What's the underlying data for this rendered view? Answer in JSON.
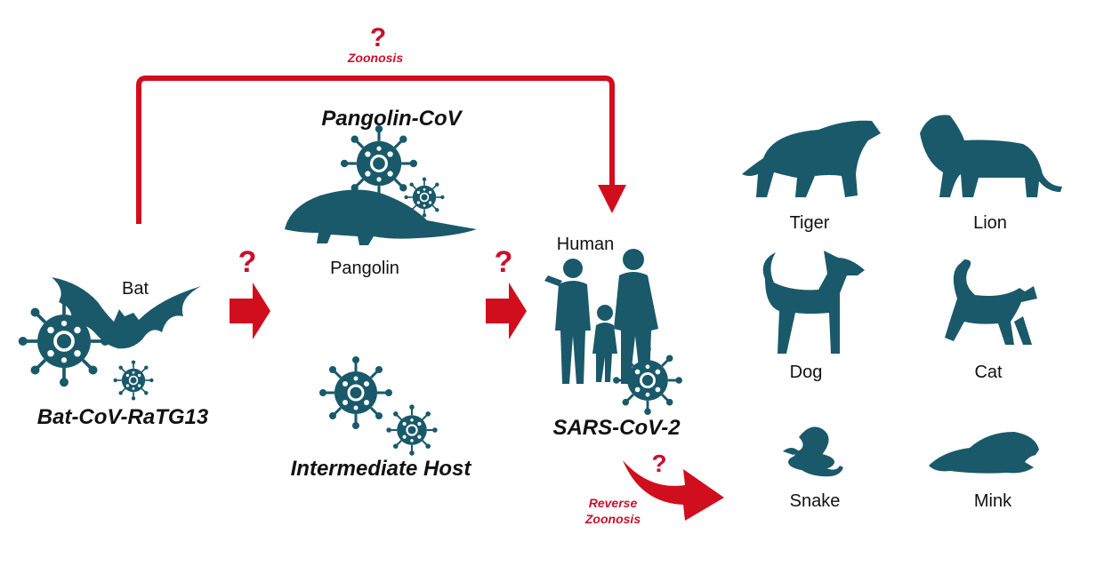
{
  "title": "",
  "colors": {
    "silhouette": "#19596a",
    "arrow": "#d10e1e",
    "text": "#111111"
  },
  "icons": [
    "bat-icon",
    "pangolin-icon",
    "human-family-icon",
    "virus-icon",
    "tiger-icon",
    "lion-icon",
    "dog-icon",
    "cat-icon",
    "snake-icon",
    "mink-icon",
    "arrow-icon"
  ],
  "labels": {
    "zoonosis_q": "?",
    "zoonosis": "Zoonosis",
    "pangolin_cov": "Pangolin-CoV",
    "pangolin": "Pangolin",
    "bat": "Bat",
    "bat_cov": "Bat-CoV-RaTG13",
    "intermediate_host": "Intermediate Host",
    "human": "Human",
    "sars": "SARS-CoV-2",
    "q1": "?",
    "q2": "?",
    "reverse_q": "?",
    "reverse_zoonosis_1": "Reverse",
    "reverse_zoonosis_2": "Zoonosis"
  },
  "animals": {
    "tiger": "Tiger",
    "lion": "Lion",
    "dog": "Dog",
    "cat": "Cat",
    "snake": "Snake",
    "mink": "Mink"
  }
}
